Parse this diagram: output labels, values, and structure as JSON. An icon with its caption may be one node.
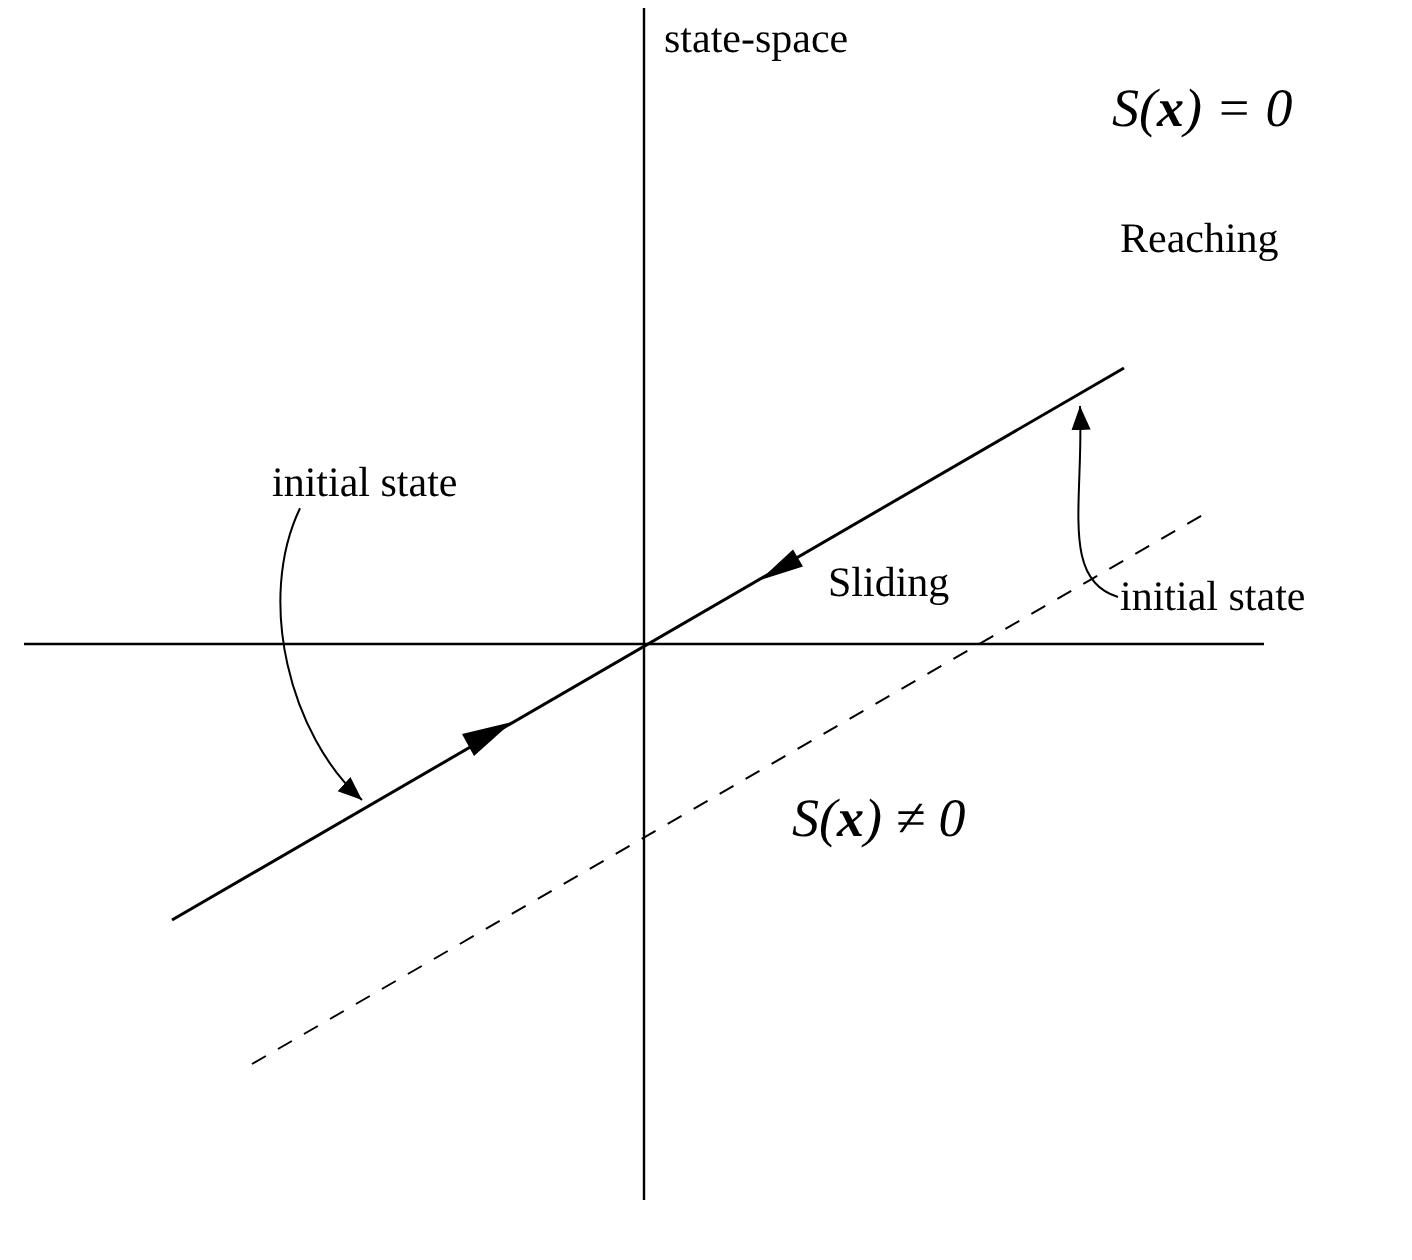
{
  "diagram": {
    "nodes": [
      {
        "text": [
          "initial state"
        ]
      },
      {
        "text": [
          "initial state"
        ]
      }
    ],
    "edges": [
      {
        "from": 0,
        "to": null,
        "arrow": "to"
      },
      {
        "from": 1,
        "to": null,
        "arrow": "to",
        "label": "Reaching"
      }
    ],
    "labels": [
      "state-space",
      "S(**x**) = 0",
      "Sliding",
      "S(**x**) ≠ 0"
    ]
  }
}
